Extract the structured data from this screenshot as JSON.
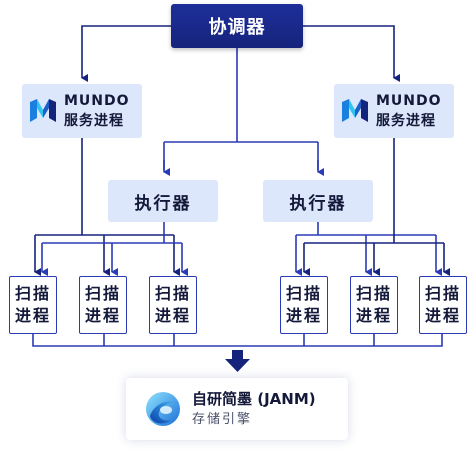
{
  "coordinator": {
    "label": "协调器"
  },
  "mundo_services": [
    {
      "brand": "MUNDO",
      "label": "服务进程"
    },
    {
      "brand": "MUNDO",
      "label": "服务进程"
    }
  ],
  "executors": [
    {
      "label": "执行器"
    },
    {
      "label": "执行器"
    }
  ],
  "scan_processes": [
    {
      "line1": "扫描",
      "line2": "进程"
    },
    {
      "line1": "扫描",
      "line2": "进程"
    },
    {
      "line1": "扫描",
      "line2": "进程"
    },
    {
      "line1": "扫描",
      "line2": "进程"
    },
    {
      "line1": "扫描",
      "line2": "进程"
    },
    {
      "line1": "扫描",
      "line2": "进程"
    }
  ],
  "storage": {
    "name": "自研简墨 (JANM)",
    "subtitle": "存储引擎"
  },
  "colors": {
    "navy": "#16237c",
    "blue": "#2a3bb5",
    "dark": "#14193a",
    "pale_blue": "#dce7fb"
  },
  "icons": {
    "mundo_logo": "mundo-m-logo",
    "storage_logo": "janm-swirl-logo"
  }
}
